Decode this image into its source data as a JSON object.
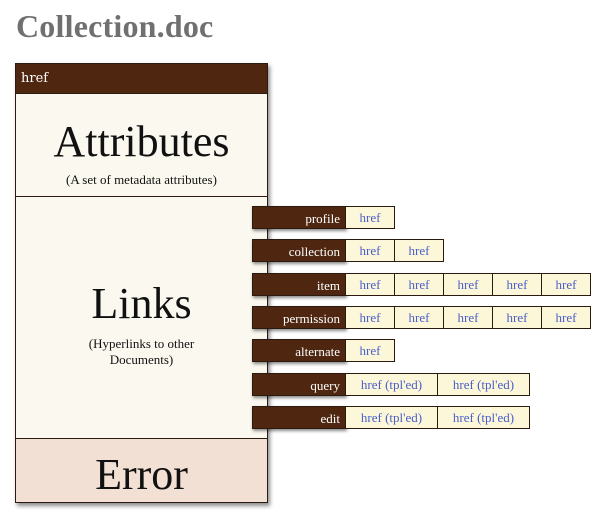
{
  "title": "Collection.doc",
  "document": {
    "href_label": "href",
    "attributes": {
      "heading": "Attributes",
      "caption": "(A set of metadata attributes)"
    },
    "links": {
      "heading": "Links",
      "caption": "(Hyperlinks to other Documents)"
    },
    "error": {
      "heading": "Error"
    }
  },
  "link_relations": [
    {
      "rel": "profile",
      "hrefs": [
        "href"
      ]
    },
    {
      "rel": "collection",
      "hrefs": [
        "href",
        "href"
      ]
    },
    {
      "rel": "item",
      "hrefs": [
        "href",
        "href",
        "href",
        "href",
        "href"
      ]
    },
    {
      "rel": "permission",
      "hrefs": [
        "href",
        "href",
        "href",
        "href",
        "href"
      ]
    },
    {
      "rel": "alternate",
      "hrefs": [
        "href"
      ]
    },
    {
      "rel": "query",
      "hrefs": [
        "href (tpl'ed)",
        "href (tpl'ed)"
      ]
    },
    {
      "rel": "edit",
      "hrefs": [
        "href (tpl'ed)",
        "href (tpl'ed)"
      ]
    }
  ],
  "colors": {
    "header_brown": "#4f2710",
    "panel_cream": "#fbf9ef",
    "error_pink": "#f3e0d4",
    "href_cell": "#fbf7d8",
    "href_text": "#4a5dcc",
    "title_gray": "#707070"
  }
}
